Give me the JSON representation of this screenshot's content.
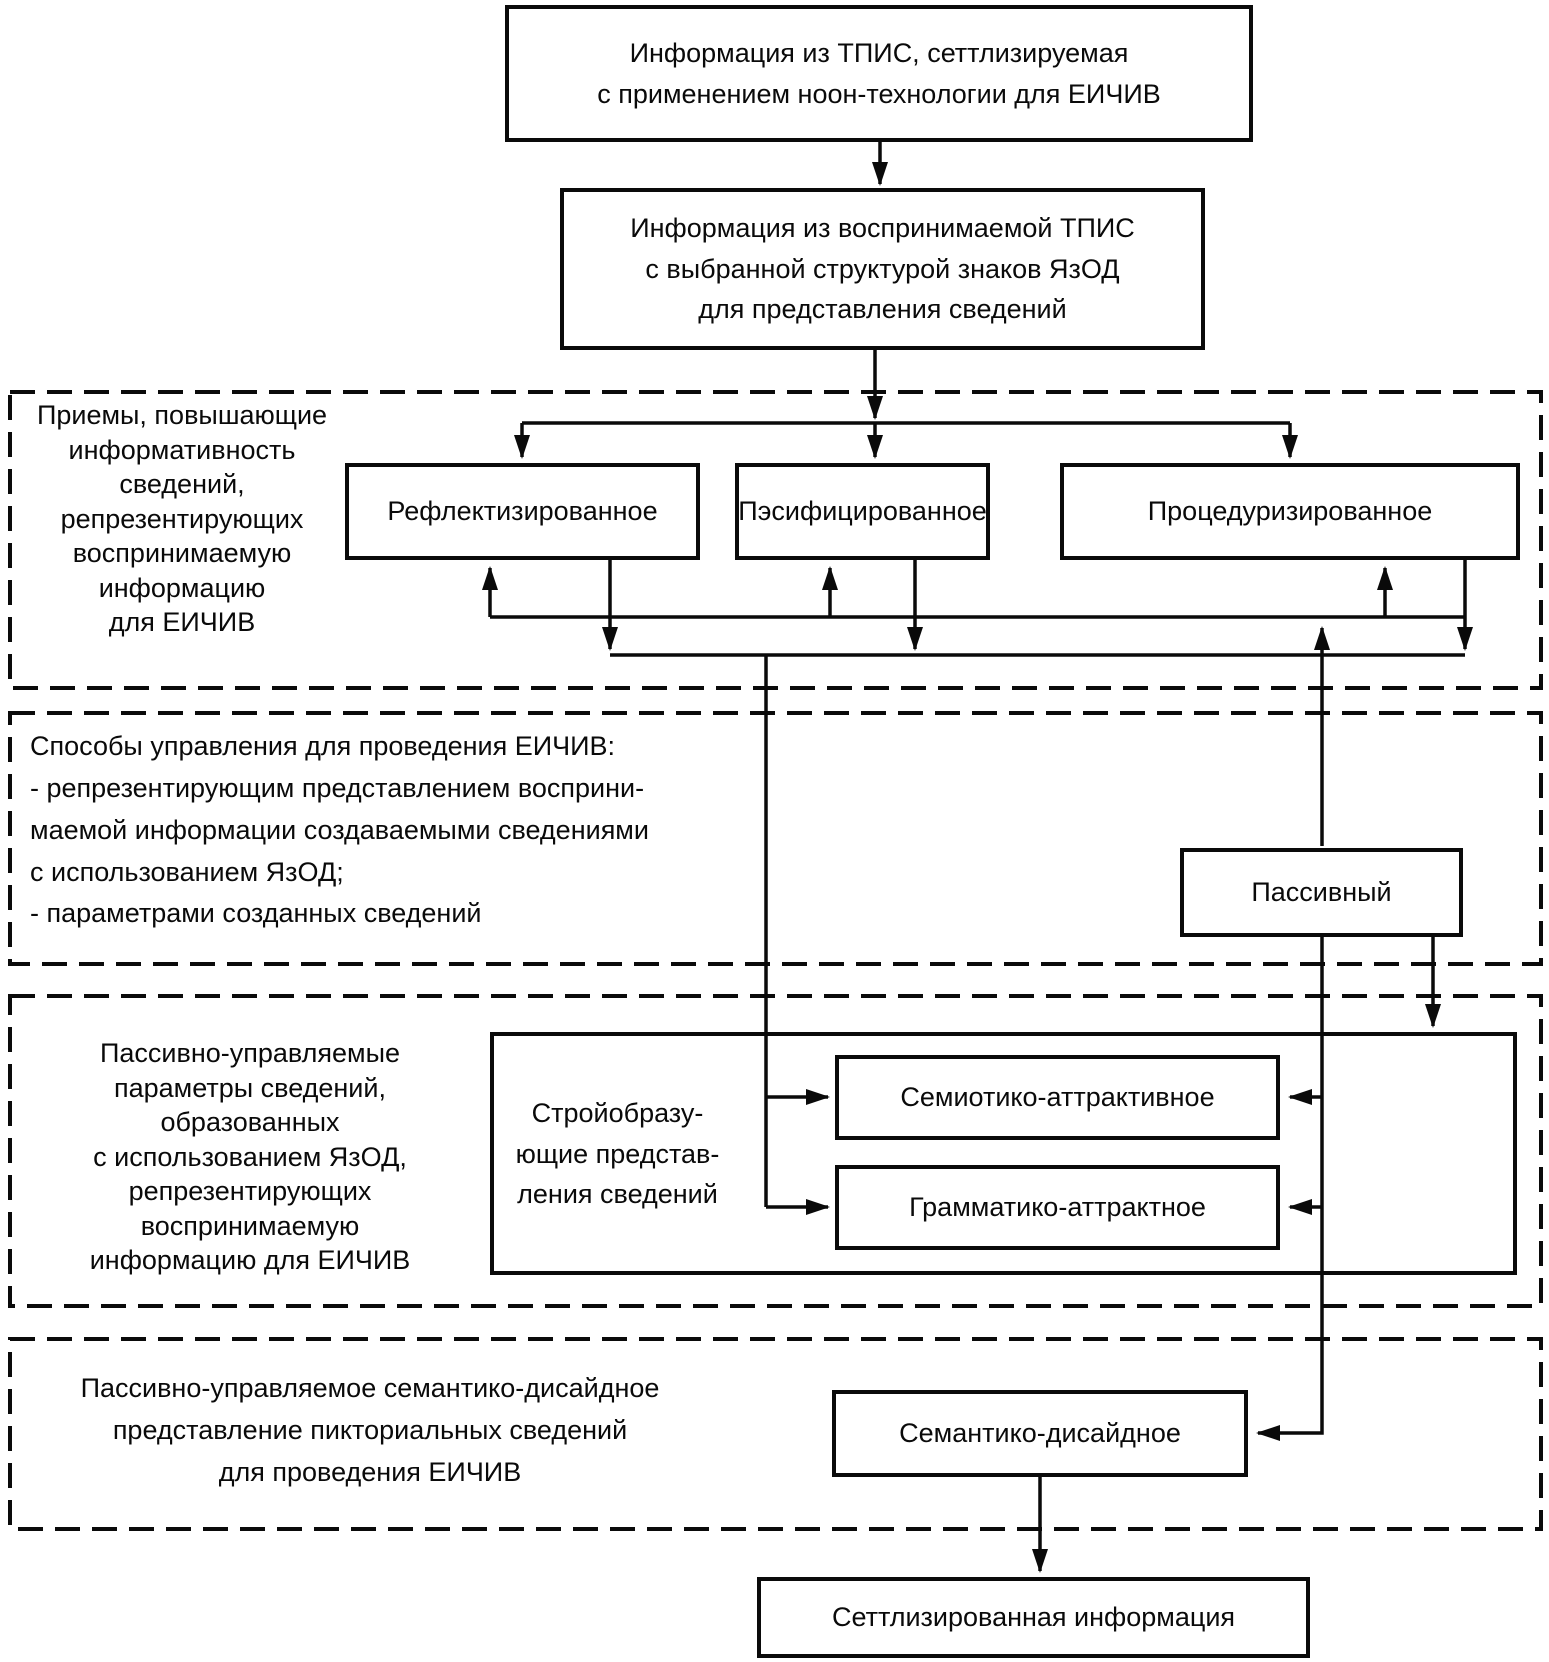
{
  "boxes": {
    "source_tpis": "Информация из ТПИС, сеттлизируемая\nс применением ноон-технологии для ЕИЧИВ",
    "perceived": "Информация из воспринимаемой ТПИС\nс выбранной структурой знаков ЯзОД\nдля представления сведений",
    "reflectivized": "Рефлектизированное",
    "pacified": "Пэсифицированное",
    "procedurized": "Процедуризированное",
    "passive": "Пассивный",
    "forming_label": "Стройобразу-\nющие представ-\nления сведений",
    "semiotic_attractive": "Семиотико-аттрактивное",
    "grammatic_attractive": "Грамматико-аттрактное",
    "semantic_design": "Семантико-дисайдное",
    "output": "Сеттлизированная информация"
  },
  "sections": {
    "s1_label": "Приемы, повышающие\nинформативность\nсведений,\nрепрезентирующих\nвоспринимаемую\nинформацию\nдля ЕИЧИВ",
    "s2_label": "Способы управления для проведения ЕИЧИВ:\n- репрезентирующим представлением восприни-\nмаемой информации создаваемыми сведениями\nс использованием ЯзОД;\n- параметрами созданных сведений",
    "s3_label": "Пассивно-управляемые\nпараметры сведений,\nобразованных\nс использованием ЯзОД,\nрепрезентирующих\nвоспринимаемую\nинформацию для ЕИЧИВ",
    "s4_label": "Пассивно-управляемое семантико-дисайдное\nпредставление пикториальных сведений\nдля проведения ЕИЧИВ"
  },
  "colors": {
    "ink": "#0a0a0a",
    "background": "#ffffff"
  }
}
